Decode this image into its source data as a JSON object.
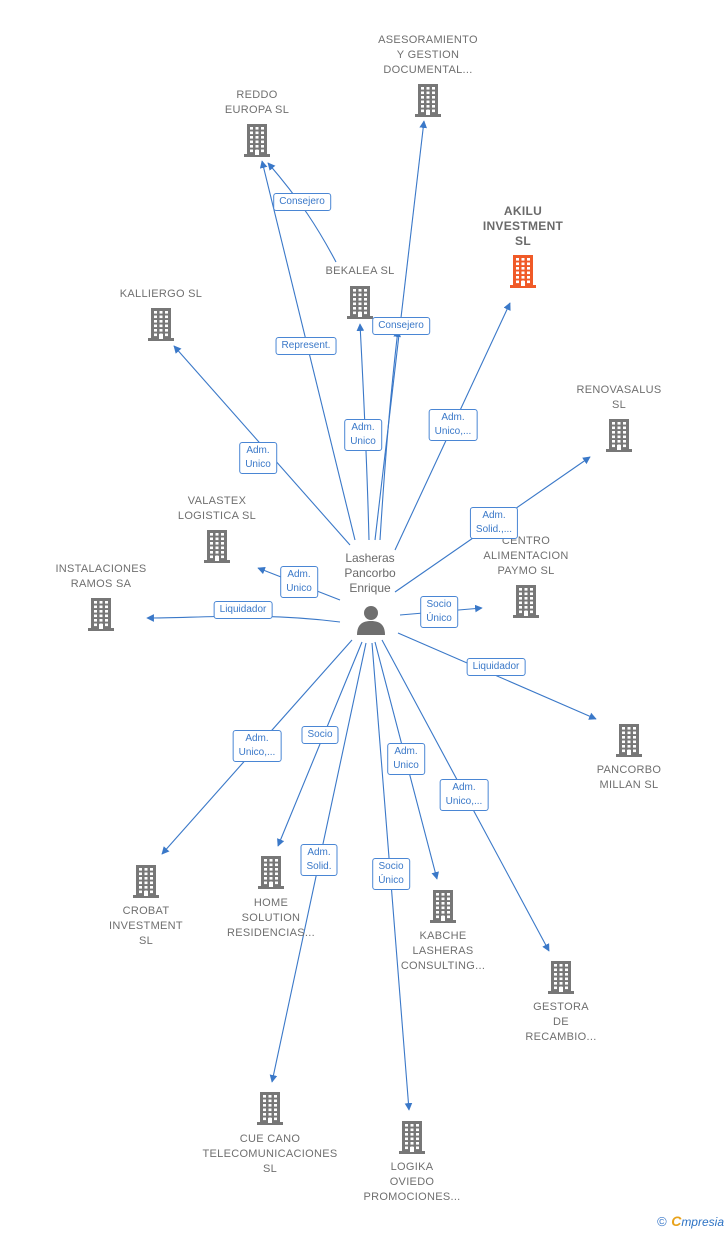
{
  "center": {
    "name": "Lasheras\nPancorbo\nEnrique",
    "icon": "person-icon"
  },
  "nodes": [
    {
      "id": "asesoramiento",
      "label": "ASESORAMIENTO\nY GESTION\nDOCUMENTAL...",
      "icon": "building-icon",
      "color": "#777777"
    },
    {
      "id": "reddo",
      "label": "REDDO\nEUROPA  SL",
      "icon": "building-icon",
      "color": "#777777"
    },
    {
      "id": "akilu",
      "label": "AKILU\nINVESTMENT\nSL",
      "icon": "building-icon",
      "color": "#f05a28",
      "highlight": true
    },
    {
      "id": "bekalea",
      "label": "BEKALEA  SL",
      "icon": "building-icon",
      "color": "#777777"
    },
    {
      "id": "kalliergo",
      "label": "KALLIERGO  SL",
      "icon": "building-icon",
      "color": "#777777"
    },
    {
      "id": "renovasalus",
      "label": "RENOVASALUS\nSL",
      "icon": "building-icon",
      "color": "#777777"
    },
    {
      "id": "valastex",
      "label": "VALASTEX\nLOGISTICA  SL",
      "icon": "building-icon",
      "color": "#777777"
    },
    {
      "id": "centro",
      "label": "CENTRO\nALIMENTACION\nPAYMO SL",
      "icon": "building-icon",
      "color": "#777777"
    },
    {
      "id": "instalaciones",
      "label": "INSTALACIONES\nRAMOS SA",
      "icon": "building-icon",
      "color": "#777777"
    },
    {
      "id": "pancorbo",
      "label": "PANCORBO\nMILLAN  SL",
      "icon": "building-icon",
      "color": "#777777"
    },
    {
      "id": "crobat",
      "label": "CROBAT\nINVESTMENT\nSL",
      "icon": "building-icon",
      "color": "#777777"
    },
    {
      "id": "home",
      "label": "HOME\nSOLUTION\nRESIDENCIAS...",
      "icon": "building-icon",
      "color": "#777777"
    },
    {
      "id": "kabche",
      "label": "KABCHE\nLASHERAS\nCONSULTING...",
      "icon": "building-icon",
      "color": "#777777"
    },
    {
      "id": "gestora",
      "label": "GESTORA\nDE\nRECAMBIO...",
      "icon": "building-icon",
      "color": "#777777"
    },
    {
      "id": "cuecano",
      "label": "CUE CANO\nTELECOMUNICACIONES SL",
      "icon": "building-icon",
      "color": "#777777"
    },
    {
      "id": "logika",
      "label": "LOGIKA\nOVIEDO\nPROMOCIONES...",
      "icon": "building-icon",
      "color": "#777777"
    }
  ],
  "edges": [
    {
      "from": "center",
      "to": "asesoramiento",
      "label": ""
    },
    {
      "from": "center",
      "to": "reddo",
      "label": "Represent."
    },
    {
      "from": "bekalea",
      "to": "reddo",
      "label": "Consejero"
    },
    {
      "from": "center",
      "to": "bekalea",
      "label": "Adm.\nUnico"
    },
    {
      "from": "center",
      "to": "bekalea",
      "label": "Consejero"
    },
    {
      "from": "center",
      "to": "akilu",
      "label": "Adm.\nUnico,..."
    },
    {
      "from": "center",
      "to": "kalliergo",
      "label": "Adm.\nUnico"
    },
    {
      "from": "center",
      "to": "renovasalus",
      "label": "Adm.\nSolid.,..."
    },
    {
      "from": "center",
      "to": "valastex",
      "label": "Adm.\nUnico"
    },
    {
      "from": "center",
      "to": "centro",
      "label": "Socio\nÚnico"
    },
    {
      "from": "center",
      "to": "instalaciones",
      "label": "Liquidador"
    },
    {
      "from": "center",
      "to": "pancorbo",
      "label": "Liquidador"
    },
    {
      "from": "center",
      "to": "crobat",
      "label": "Adm.\nUnico,..."
    },
    {
      "from": "center",
      "to": "home",
      "label": "Socio"
    },
    {
      "from": "center",
      "to": "kabche",
      "label": "Adm.\nUnico"
    },
    {
      "from": "center",
      "to": "gestora",
      "label": "Adm.\nUnico,..."
    },
    {
      "from": "center",
      "to": "cuecano",
      "label": "Adm.\nSolid."
    },
    {
      "from": "center",
      "to": "logika",
      "label": "Socio\nÚnico"
    }
  ],
  "footer": {
    "copyright": "©",
    "brand_initial": "C",
    "brand_rest": "mpresia"
  }
}
